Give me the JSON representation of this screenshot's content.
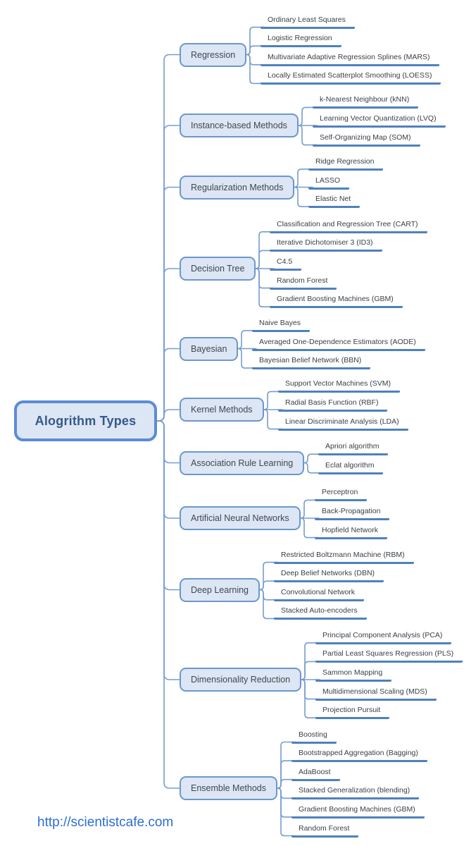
{
  "diagram": {
    "root": {
      "label": "Alogrithm Types"
    },
    "branches": [
      {
        "label": "Regression",
        "children": [
          "Ordinary Least Squares",
          "Logistic Regression",
          "Multivariate Adaptive Regression Splines (MARS)",
          "Locally Estimated Scatterplot Smoothing (LOESS)"
        ]
      },
      {
        "label": "Instance-based Methods",
        "children": [
          "k-Nearest Neighbour (kNN)",
          "Learning Vector Quantization (LVQ)",
          "Self-Organizing Map (SOM)"
        ]
      },
      {
        "label": "Regularization Methods",
        "children": [
          "Ridge Regression",
          "LASSO",
          "Elastic Net"
        ]
      },
      {
        "label": "Decision Tree",
        "children": [
          "Classification and Regression Tree (CART)",
          "Iterative Dichotomiser 3 (ID3)",
          "C4.5",
          "Random Forest",
          "Gradient Boosting Machines (GBM)"
        ]
      },
      {
        "label": "Bayesian",
        "children": [
          "Naive Bayes",
          "Averaged One-Dependence Estimators (AODE)",
          "Bayesian Belief Network (BBN)"
        ]
      },
      {
        "label": "Kernel Methods",
        "children": [
          "Support Vector Machines (SVM)",
          "Radial Basis Function (RBF)",
          "Linear Discriminate Analysis (LDA)"
        ]
      },
      {
        "label": "Association Rule Learning",
        "children": [
          "Apriori algorithm",
          "Eclat algorithm"
        ]
      },
      {
        "label": "Artificial Neural Networks",
        "children": [
          "Perceptron",
          "Back-Propagation",
          "Hopfield Network"
        ]
      },
      {
        "label": "Deep Learning",
        "children": [
          "Restricted Boltzmann Machine (RBM)",
          "Deep Belief Networks (DBN)",
          "Convolutional Network",
          "Stacked Auto-encoders"
        ]
      },
      {
        "label": "Dimensionality Reduction",
        "children": [
          "Principal Component Analysis (PCA)",
          "Partial Least Squares Regression (PLS)",
          "Sammon Mapping",
          "Multidimensional Scaling (MDS)",
          "Projection Pursuit"
        ]
      },
      {
        "label": "Ensemble Methods",
        "children": [
          "Boosting",
          "Bootstrapped Aggregation (Bagging)",
          "AdaBoost",
          "Stacked Generalization (blending)",
          "Gradient Boosting Machines (GBM)",
          "Random Forest"
        ]
      }
    ],
    "footer": {
      "url": "http://scientistcafe.com"
    },
    "colors": {
      "underline_bar": "#4f81bd",
      "connector_line": "#769dd0",
      "box_border": "#6d97cc",
      "box_fill": "#dce6f4",
      "root_border": "#5b8cd5",
      "root_text": "#36598a",
      "branch_text": "#41474f",
      "leaf_text": "#3a4047",
      "link_text": "#2d6dd2"
    }
  }
}
